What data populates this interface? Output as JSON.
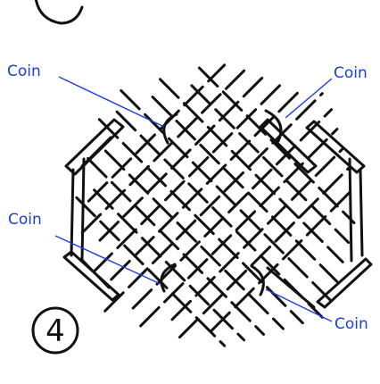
{
  "labels": {
    "top_left": "Coin",
    "top_right": "Coin",
    "middle_left": "Coin",
    "bottom_right": "Coin"
  },
  "step_marker": "4",
  "colors": {
    "label": "#1a3fe0",
    "leader_line": "#1a3fe0",
    "ink": "#111111"
  }
}
